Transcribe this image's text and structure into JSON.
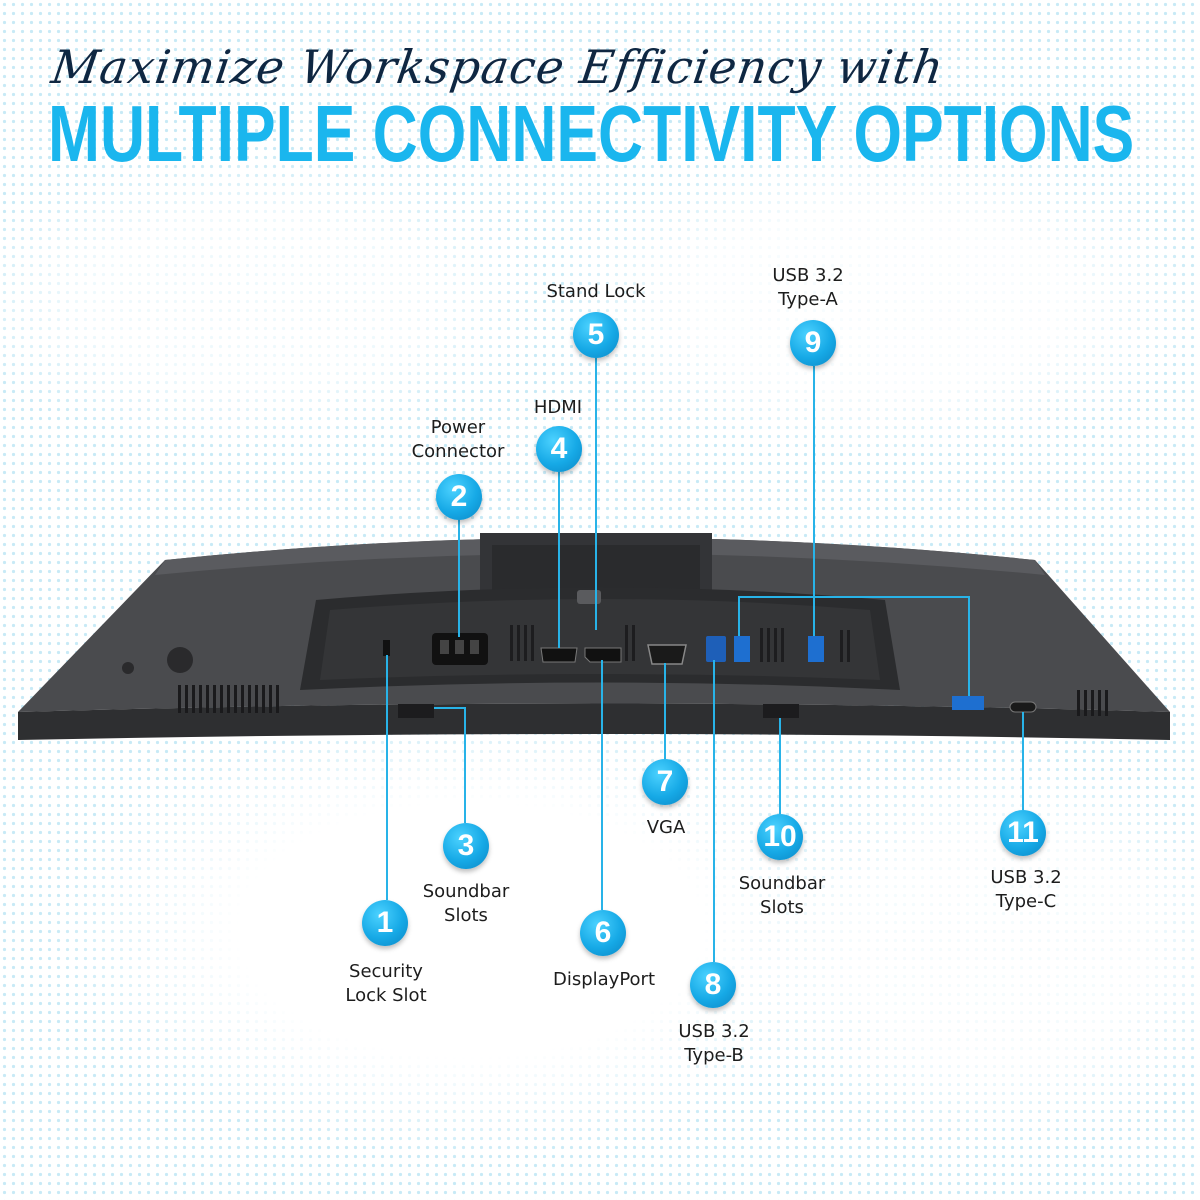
{
  "header": {
    "script_line": "Maximize Workspace Efficiency with",
    "headline": "MULTIPLE CONNECTIVITY OPTIONS"
  },
  "colors": {
    "accent": "#1ab6ee",
    "dark": "#0f2742",
    "monitor": "#3c3d3f"
  },
  "callouts": [
    {
      "number": "1",
      "lines": [
        "Security",
        "Lock Slot"
      ]
    },
    {
      "number": "2",
      "lines": [
        "Power",
        "Connector"
      ]
    },
    {
      "number": "3",
      "lines": [
        "Soundbar",
        "Slots"
      ]
    },
    {
      "number": "4",
      "lines": [
        "HDMI"
      ]
    },
    {
      "number": "5",
      "lines": [
        "Stand Lock"
      ]
    },
    {
      "number": "6",
      "lines": [
        "DisplayPort"
      ]
    },
    {
      "number": "7",
      "lines": [
        "VGA"
      ]
    },
    {
      "number": "8",
      "lines": [
        "USB 3.2",
        "Type-B"
      ]
    },
    {
      "number": "9",
      "lines": [
        "USB 3.2",
        "Type-A"
      ]
    },
    {
      "number": "10",
      "lines": [
        "Soundbar",
        "Slots"
      ]
    },
    {
      "number": "11",
      "lines": [
        "USB 3.2",
        "Type-C"
      ]
    }
  ]
}
